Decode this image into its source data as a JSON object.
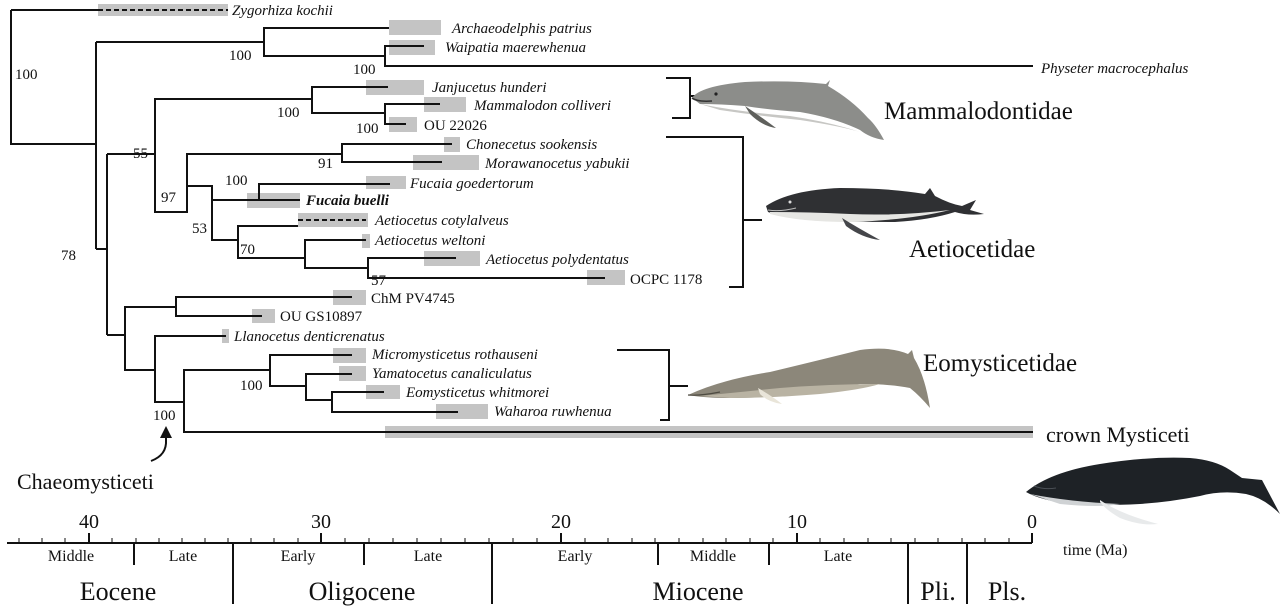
{
  "taxa": [
    {
      "name": "Zygorhiza kochii",
      "kind": "taxon"
    },
    {
      "name": "Archaeodelphis patrius",
      "kind": "taxon"
    },
    {
      "name": "Waipatia maerewhenua",
      "kind": "taxon"
    },
    {
      "name": "Physeter macrocephalus",
      "kind": "taxon"
    },
    {
      "name": "Janjucetus hunderi",
      "kind": "taxon"
    },
    {
      "name": "Mammalodon colliveri",
      "kind": "taxon"
    },
    {
      "name": "OU 22026",
      "kind": "specimen"
    },
    {
      "name": "Chonecetus sookensis",
      "kind": "taxon"
    },
    {
      "name": "Morawanocetus yabukii",
      "kind": "taxon"
    },
    {
      "name": "Fucaia goedertorum",
      "kind": "taxon"
    },
    {
      "name": "Fucaia buelli",
      "kind": "taxon",
      "highlight": true
    },
    {
      "name": "Aetiocetus cotylalveus",
      "kind": "taxon"
    },
    {
      "name": "Aetiocetus weltoni",
      "kind": "taxon"
    },
    {
      "name": "Aetiocetus polydentatus",
      "kind": "taxon"
    },
    {
      "name": "OCPC 1178",
      "kind": "specimen"
    },
    {
      "name": "ChM PV4745",
      "kind": "specimen"
    },
    {
      "name": "OU GS10897",
      "kind": "specimen"
    },
    {
      "name": "Llanocetus denticrenatus",
      "kind": "taxon"
    },
    {
      "name": "Micromysticetus rothauseni",
      "kind": "taxon"
    },
    {
      "name": "Yamatocetus canaliculatus",
      "kind": "taxon"
    },
    {
      "name": "Eomysticetus whitmorei",
      "kind": "taxon"
    },
    {
      "name": "Waharoa ruwhenua",
      "kind": "taxon"
    },
    {
      "name": "crown Mysticeti",
      "kind": "clade"
    }
  ],
  "support_values": [
    "100",
    "100",
    "100",
    "100",
    "100",
    "55",
    "91",
    "97",
    "100",
    "53",
    "70",
    "57",
    "78",
    "100",
    "100"
  ],
  "clades": [
    "Mammalodontidae",
    "Aetiocetidae",
    "Eomysticetidae"
  ],
  "callout": "Chaeomysticeti",
  "axis": {
    "ticks": [
      "40",
      "30",
      "20",
      "10",
      "0"
    ],
    "unit": "time (Ma)",
    "subepochs": [
      "Middle",
      "Late",
      "Early",
      "Late",
      "Early",
      "Middle",
      "Late"
    ],
    "epochs": [
      "Eocene",
      "Oligocene",
      "Miocene",
      "Pli.",
      "Pls."
    ]
  },
  "colors": {
    "branch": "#111111",
    "range_bar": "#c4c4c4",
    "whale_grey": "#8a8a88",
    "whale_dark": "#1e2226"
  },
  "icons": [
    "mammalodontid-whale-illustration",
    "aetiocetid-whale-illustration",
    "eomysticetid-whale-illustration",
    "humpback-whale-illustration"
  ]
}
